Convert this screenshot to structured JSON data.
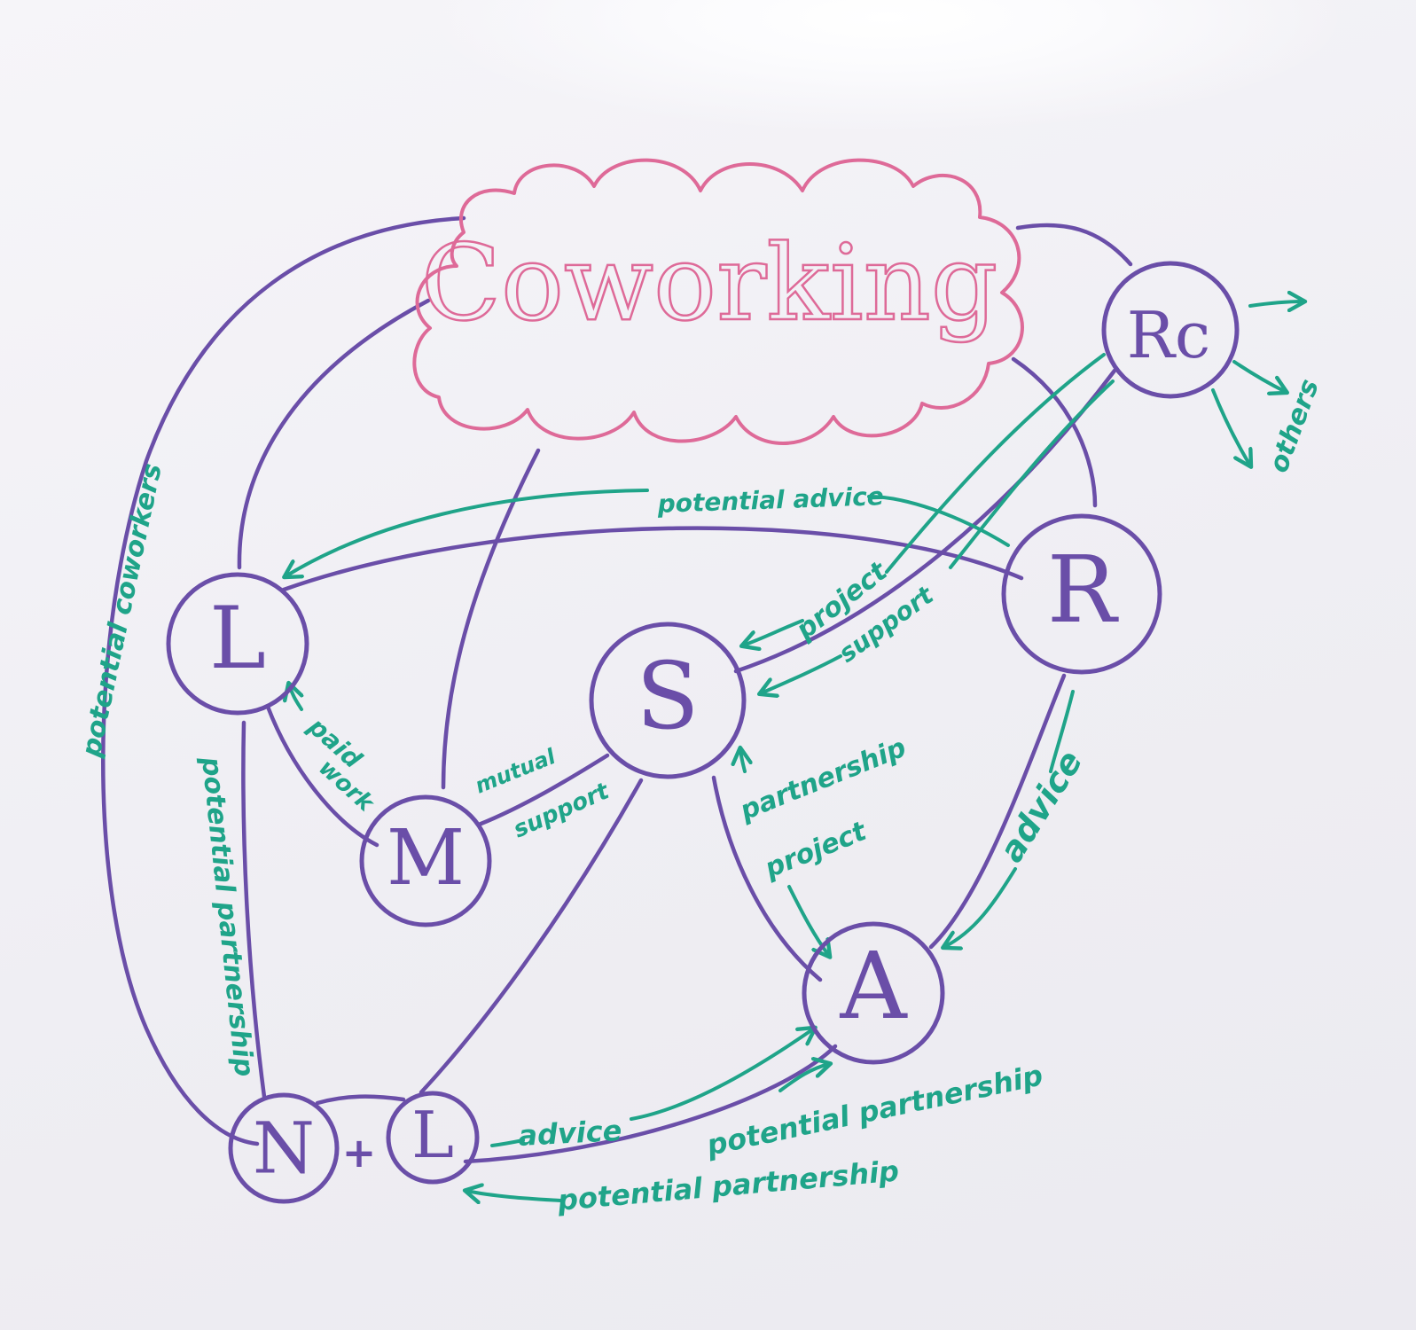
{
  "colors": {
    "purple": "#6a4ea8",
    "green": "#1fa489",
    "pink": "#de6a98"
  },
  "cloud": {
    "label": "Coworking"
  },
  "nodes": {
    "rc": "Rc",
    "r": "R",
    "l": "L",
    "s": "S",
    "m": "M",
    "a": "A",
    "n": "N",
    "l2": "L",
    "plus": "+"
  },
  "edge_labels": {
    "potential_coworkers": "potential coworkers",
    "potential_advice": "potential advice",
    "project": "project",
    "support": "support",
    "paid_work": [
      "paid",
      "work"
    ],
    "mutual_support": [
      "mutual",
      "support"
    ],
    "potential_partnership_left": "potential partnership",
    "partnership_project": [
      "partnership",
      "project"
    ],
    "advice_right": "advice",
    "advice_bottom": "advice",
    "potential_partnership_bottom": "potential partnership",
    "potential_partnership_return": "potential partnership",
    "others": "others"
  }
}
